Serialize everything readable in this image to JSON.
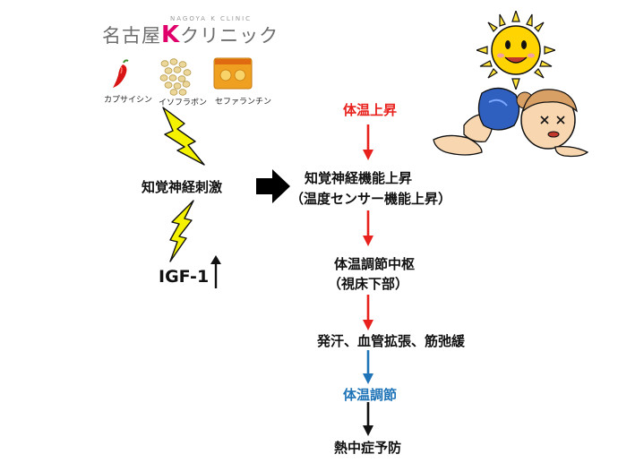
{
  "logo": {
    "name_prefix": "名古屋",
    "k_mark": "K",
    "name_suffix": "クリニック",
    "subtitle": "NAGOYA K CLINIC"
  },
  "ingredients": [
    {
      "label": "カプサイシン",
      "icon": "chili-pepper-icon"
    },
    {
      "label": "イソフラボン",
      "icon": "soybeans-icon"
    },
    {
      "label": "セファランチン",
      "icon": "tablet-package-icon"
    }
  ],
  "left_flow": {
    "stimulus": "知覚神経刺激",
    "factor": "IGF-1"
  },
  "right_flow": {
    "step1": "体温上昇",
    "step2_line1": "知覚神経機能上昇",
    "step2_line2": "（温度センサー機能上昇）",
    "step3_line1": "体温調節中枢",
    "step3_line2": "（視床下部）",
    "step4": "発汗、血管拡張、筋弛緩",
    "step5": "体温調節",
    "step6": "熱中症予防"
  },
  "colors": {
    "red": "#e8211c",
    "blue": "#1f74b8",
    "black": "#111111",
    "lightning_fill": "#f5f200",
    "sun": "#ffd400"
  }
}
